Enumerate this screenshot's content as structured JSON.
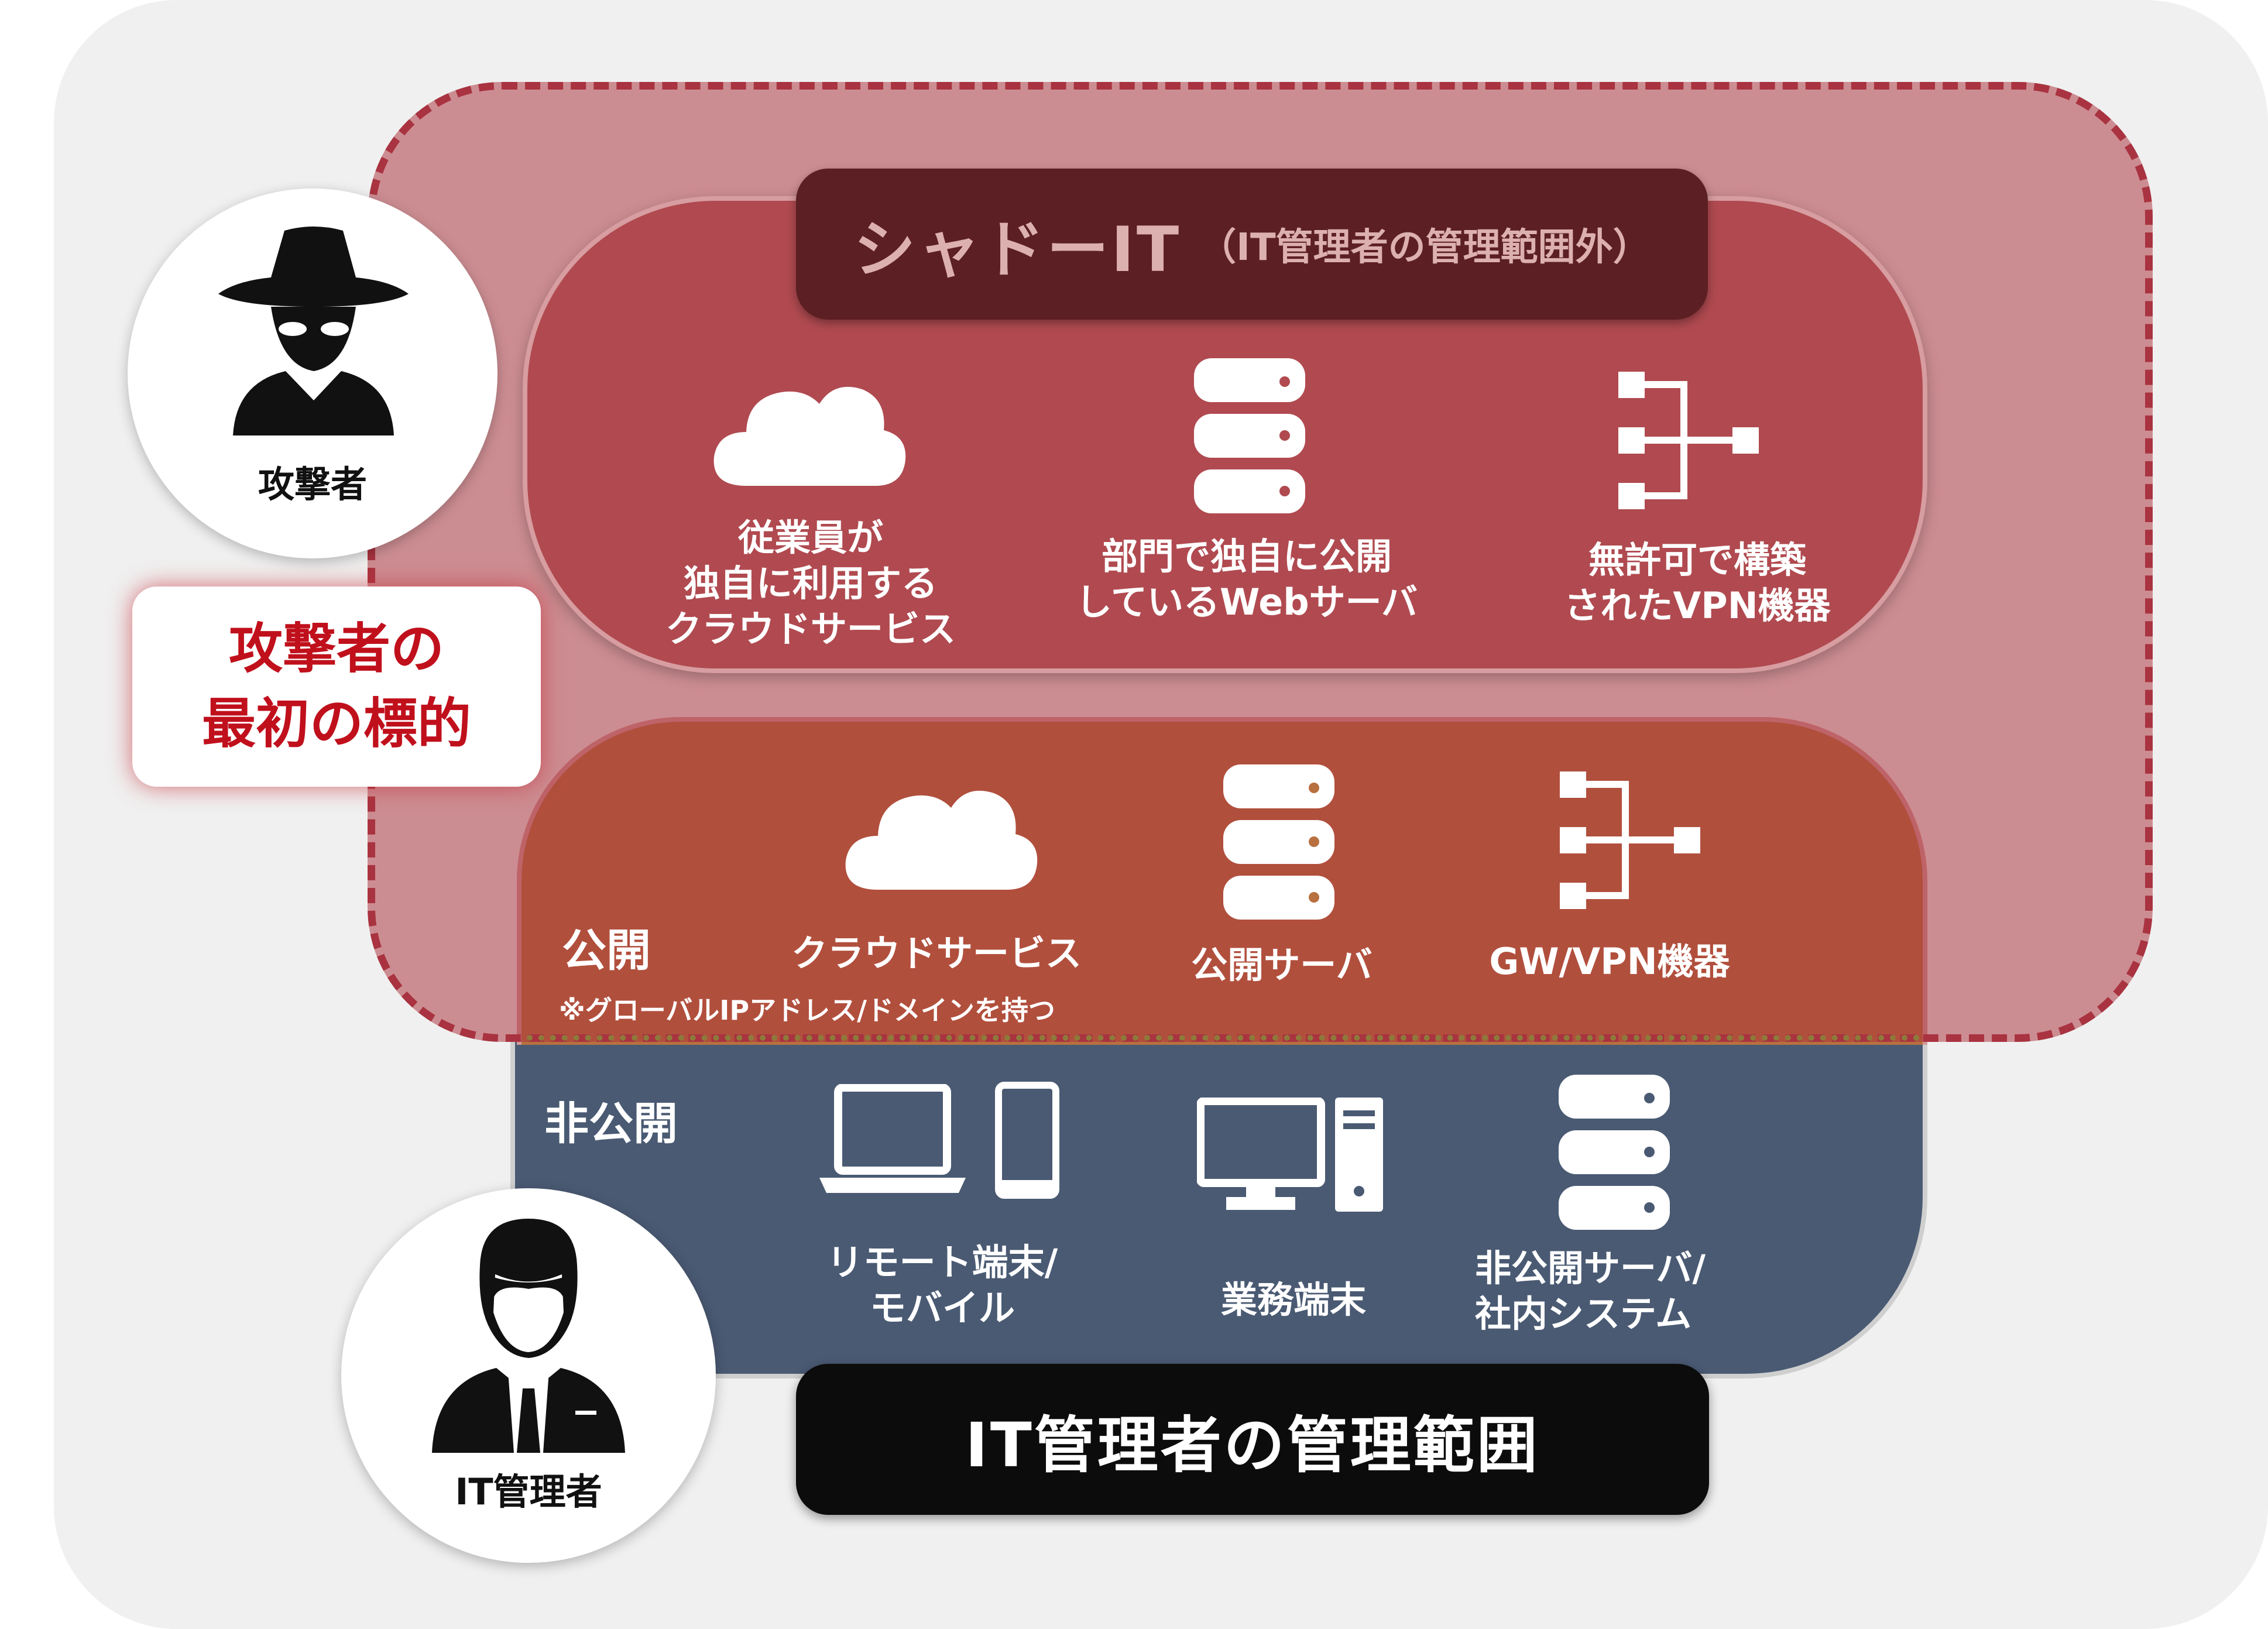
{
  "shadow_it": {
    "title": "シャドーIT",
    "subtitle": "（IT管理者の管理範囲外）",
    "items": [
      {
        "label": "従業員が\n独自に利用する\nクラウドサービス"
      },
      {
        "label": "部門で独自に公開\nしているWebサーバ"
      },
      {
        "label": "無許可で構築\nされたVPN機器"
      }
    ]
  },
  "public_zone": {
    "title": "公開",
    "note": "※グローバルIPアドレス/ドメインを持つ",
    "items": [
      {
        "label": "クラウドサービス"
      },
      {
        "label": "公開サーバ"
      },
      {
        "label": "GW/VPN機器"
      }
    ]
  },
  "private_zone": {
    "title": "非公開",
    "items": [
      {
        "label": "リモート端末/\nモバイル"
      },
      {
        "label": "業務端末"
      },
      {
        "label": "非公開サーバ/\n社内システム"
      }
    ]
  },
  "attacker": {
    "label": "攻撃者"
  },
  "target": {
    "line1": "攻撃者の",
    "line2": "最初の標的"
  },
  "admin": {
    "label": "IT管理者"
  },
  "management_scope": {
    "label": "IT管理者の管理範囲"
  }
}
